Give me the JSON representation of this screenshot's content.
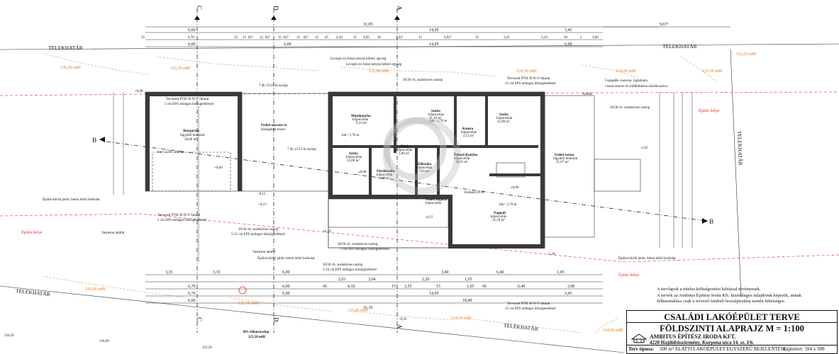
{
  "title_block": {
    "title": "CSALÁDI LAKÓÉPÜLET TERVE",
    "subtitle": "FÖLDSZINTI ALAPRAJZ  M = 1:100",
    "company": "AMBITUS ÉPÍTÉSZ IRODA KFT.",
    "address": "4220 Hajdúböszörmény, Korpona utca 14. sz. I/6.",
    "type_label": "Terv típusa:",
    "type_value": "300 m² ALATTI LAKÓÉPÜLET EGYSZERŰ BEJELENTÉSE",
    "size": "Lapméret: 594 x 300"
  },
  "notes": [
    "A tervlapok a tételes költségvetési kiírással érvényesek.",
    "A tervek az Ambitus Építész Iroda Kft. kizárólagos tulajdonát képezik, annak",
    "felhasználása csak a tervező írásbeli hozzájárulása esetén lehetséges."
  ],
  "plot": {
    "boundary": "TELEKHATÁR",
    "building_site": "Építés helye"
  },
  "section_markers": [
    "C",
    "D",
    "A",
    "B"
  ],
  "top_dims": {
    "overall_left": "31,05",
    "overall_right": "9,67⁵",
    "row2": [
      "6,00",
      "14,95",
      "3,45"
    ],
    "row3": [
      "35",
      "6,70",
      "35",
      "15",
      "82⁵",
      "15",
      "82⁵",
      "15",
      "82⁵",
      "15",
      "82⁵",
      "15",
      "45",
      "4,10",
      "15",
      "4,05",
      "30",
      "3,32⁵",
      "15",
      "4,92⁵",
      "15",
      "3,45",
      "3,10",
      "30",
      "5",
      "3,00"
    ],
    "row4": [
      "6,00",
      "6,00",
      "14,95",
      "6,00"
    ]
  },
  "bottom_dims": {
    "row1": [
      "3,35",
      "3,35",
      "6,00",
      "2,01",
      "3,64",
      "2,20",
      "3,40",
      "1,65",
      "6,40",
      "1,45"
    ],
    "row2": [
      "6,70",
      "6,00",
      "45",
      "4,10",
      "15",
      "3,55",
      "15",
      "1,65",
      "45",
      "6,40",
      "3,00"
    ],
    "row3": [
      "6,70",
      "6,00",
      "14,95",
      "3,45"
    ],
    "row4": [
      "6,00",
      "18,40"
    ],
    "overall": "31,10"
  },
  "levels": [
    "126,50 mBf",
    "125,50 mBf",
    "125,00 mBf",
    "124,50 mBf",
    "124,00 mBf",
    "123,50 mBf",
    "123,35 mBf",
    "126,00 mBf",
    "125,50 mBf",
    "125,00 mBf",
    "124,50 mBf",
    "124,00 mBf"
  ],
  "spot_levels": [
    "126,50",
    "126,00",
    "125,50"
  ],
  "rooms": [
    {
      "name": "Ikergarázs",
      "sub": "fagyálló burkolat",
      "area": "36,00 m²"
    },
    {
      "name": "Fedett mozaso-és",
      "sub": "hőszigetelt terasz",
      "area": ""
    },
    {
      "name": "Mosókonyha",
      "sub": "kőporcelán",
      "area": "9,13 m²"
    },
    {
      "name": "Szoba",
      "sub": "kőporcelán",
      "area": "11,10 m²"
    },
    {
      "name": "Kamra",
      "sub": "kőporcelán",
      "area": "2,55 m²"
    },
    {
      "name": "Szoba",
      "sub": "kőporcelán",
      "area": "11,00 m²"
    },
    {
      "name": "Szoba",
      "sub": "kőporcelán",
      "area": "12,00 m²"
    },
    {
      "name": "Közl.",
      "sub": "kőporcelán",
      "area": "3,90 m²"
    },
    {
      "name": "Fürdőszoba",
      "sub": "kőporcelán",
      "area": "6,50 m²"
    },
    {
      "name": "Előszoba",
      "sub": "kőporcelán",
      "area": "3,94 m²"
    },
    {
      "name": "Étkező-Konyha",
      "sub": "kőporcelán",
      "area": "19,31 m²"
    },
    {
      "name": "Fedett terasz",
      "sub": "fagyálló burkolat",
      "area": "21,67 m²"
    },
    {
      "name": "Nappali",
      "sub": "kőporcelán",
      "area": "21,18 m²"
    },
    {
      "name": "Fedett bejárat",
      "sub": "kőporcelán",
      "area": ""
    }
  ],
  "annotations": [
    "Tervezett PTH 30 N+F falazat",
    "5 cm EPS utólagos hőszigeteléssel",
    "7 db 15/15 fa oszlop",
    "Levegő-víz hőszivattyús külteri egység",
    "Levegő-víz hőszivattyús belteri egység",
    "30/30 vb. zsaluköves oszlop",
    "Tervezett PTH 30 N+F falazat",
    "15 cm EPS utólagos hőszigeteléssel",
    "Csapadék csatorna: ingatlanra",
    "visszavezetve és zöldfelületen elszikkasztva",
    "Korlát",
    "30/30 vb. zsaluköves oszlop",
    "Épület körüli járda: beton térkő burkolat",
    "Tervezett PTH 30 N+F falazat",
    "5 cm EPS utólagos hőszigeteléssel",
    "Vasbeton támfal",
    "30/30 vb. zsaluköves oszlop",
    "5-15 cm EPS utólagos hőszigeteléssel",
    "30/30 vb. zsaluköves oszlop,",
    "5 cm EPS utólagos hőszigeteléssel",
    "Vasbeton támfal",
    "Épület körüli járda: beton térkő burkolat",
    "30/30 vb. zsaluköves oszlop",
    "5-10 cm EPS utólagos hőszigeteléssel",
    "Tervezett PTH 30 N+F falazat",
    "15 cm EPS utólagos hőszigeteléssel",
    "Épület körüli járda: beton térkő burkolat",
    "BO villanyoszlop",
    "125,50 mBf",
    "7 db 15/15 fa oszlop",
    "Kémény Ø 20"
  ],
  "heights": [
    "bm= 2,70 - 3,80 m",
    "bm= 2,70 m",
    "bm= 2,70 m",
    "bm= 2,70 m"
  ],
  "levels_in": [
    "±0,00",
    "-0,15",
    "+0,60",
    "+0,90",
    "+0,15",
    "-1,65",
    "-1,20",
    "-0,50",
    "+0,10",
    "±0,00",
    "-0,15"
  ]
}
